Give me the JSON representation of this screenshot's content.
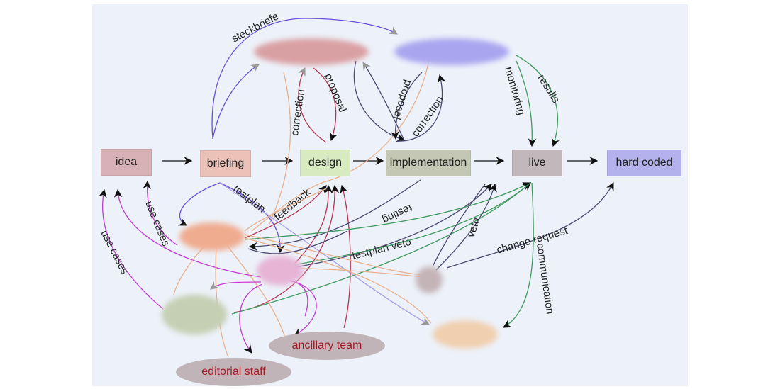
{
  "diagram": {
    "main_flow": [
      {
        "id": "idea",
        "label": "idea",
        "color": "#d8b1b6"
      },
      {
        "id": "briefing",
        "label": "briefing",
        "color": "#ecc1b8"
      },
      {
        "id": "design",
        "label": "design",
        "color": "#d8ebc0"
      },
      {
        "id": "implementation",
        "label": "implementation",
        "color": "#c4c7b3"
      },
      {
        "id": "live",
        "label": "live",
        "color": "#c1b8bc"
      },
      {
        "id": "hard_coded",
        "label": "hard coded",
        "color": "#b4b2ec"
      }
    ],
    "actors": [
      {
        "id": "ancillary_team",
        "label": "ancillary team",
        "color": "#c0b4b8",
        "text_color": "#a11a24"
      },
      {
        "id": "editorial_staff",
        "label": "editorial staff",
        "color": "#c0b4b8",
        "text_color": "#a11a24"
      }
    ],
    "blurred_nodes": [
      {
        "id": "blurred-top-left",
        "color": "#d9a0a3"
      },
      {
        "id": "blurred-top-right",
        "color": "#a9a6ef"
      },
      {
        "id": "blurred-qa",
        "color": "#efac8f"
      },
      {
        "id": "blurred-pink",
        "color": "#e7b4d6"
      },
      {
        "id": "blurred-green",
        "color": "#c5cfb3"
      },
      {
        "id": "blurred-gray",
        "color": "#c4b4b8"
      },
      {
        "id": "blurred-peach",
        "color": "#f0cfb0"
      }
    ],
    "edge_labels": {
      "steckbriefe": "steckbriefe",
      "correction1": "correction",
      "proposal1": "proposal",
      "proposal2": "proposal",
      "correction2": "correction",
      "monitoring": "monitoring",
      "results": "results",
      "use_cases1": "use cases",
      "use_cases2": "use cases",
      "testplan": "testplan",
      "feedback": "feedback",
      "testing": "testing",
      "testplan_veto": "testplan veto",
      "veto": "veto",
      "change_request": "change request",
      "communication": "communication"
    },
    "colors": {
      "flow_arrow": "#111111",
      "purple": "#6a4fd8",
      "crimson": "#b8324f",
      "navy": "#4a4870",
      "green": "#3f9a5e",
      "peach": "#e8b08c",
      "magenta": "#c23ad0",
      "lavender": "#a79ce8"
    }
  }
}
